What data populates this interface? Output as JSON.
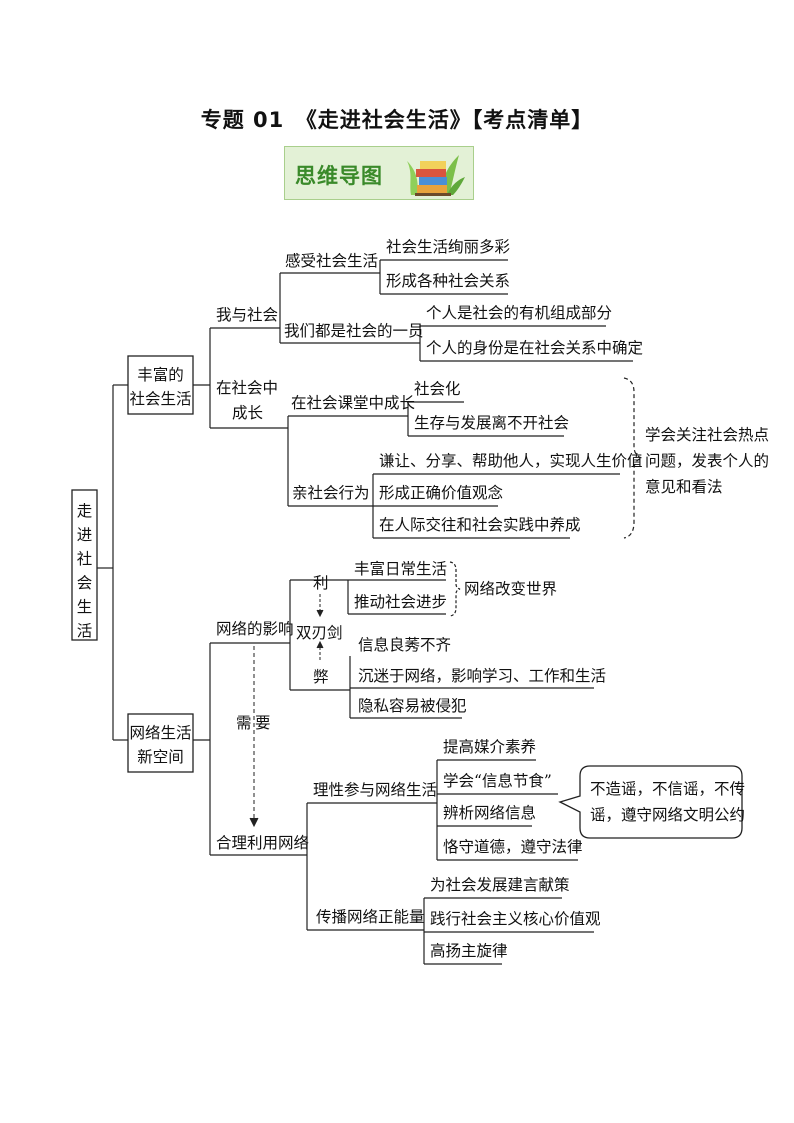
{
  "header": {
    "title": "专题 01　《走进社会生活》【考点清单】",
    "badge": "思维导图"
  },
  "root": "走进社会生活",
  "branches": {
    "b1": {
      "label_line1": "丰富的",
      "label_line2": "社会生活",
      "my_society": "我与社会",
      "feel": "感受社会生活",
      "feel_items": [
        "社会生活绚丽多彩",
        "形成各种社会关系"
      ],
      "member": "我们都是社会的一员",
      "member_items": [
        "个人是社会的有机组成部分",
        "个人的身份是在社会关系中确定"
      ],
      "grow_line1": "在社会中",
      "grow_line2": "成长",
      "classroom": "在社会课堂中成长",
      "classroom_items": [
        "社会化",
        "生存与发展离不开社会"
      ],
      "prosocial": "亲社会行为",
      "prosocial_items": [
        "谦让、分享、帮助他人，实现人生价值",
        "形成正确价值观念",
        "在人际交往和社会实践中养成"
      ],
      "note_lines": [
        "学会关注社会热点",
        "问题，发表个人的",
        "意见和看法"
      ]
    },
    "b2": {
      "label_line1": "网络生活",
      "label_line2": "新空间",
      "influence": "网络的影响",
      "benefit": "利",
      "double_edged": "双刃剑",
      "harm": "弊",
      "benefit_items": [
        "丰富日常生活",
        "推动社会进步"
      ],
      "benefit_note": "网络改变世界",
      "harm_items": [
        "信息良莠不齐",
        "沉迷于网络，影响学习、工作和生活",
        "隐私容易被侵犯"
      ],
      "need_line1": "需",
      "need_line2": "要",
      "reasonable": "合理利用网络",
      "rational": "理性参与网络生活",
      "rational_items": [
        "提高媒介素养",
        "学会“信息节食”",
        "辨析网络信息",
        "恪守道德，遵守法律"
      ],
      "bubble_lines": [
        "不造谣，不信谣，不传",
        "谣，遵守网络文明公约"
      ],
      "positive": "传播网络正能量",
      "positive_items": [
        "为社会发展建言献策",
        "践行社会主义核心价值观",
        "高扬主旋律"
      ]
    }
  }
}
